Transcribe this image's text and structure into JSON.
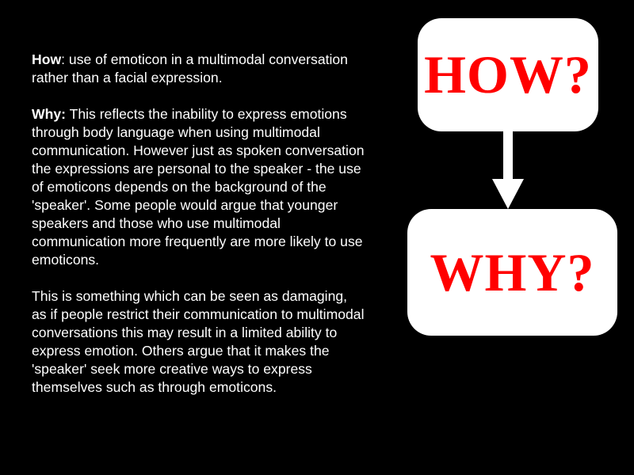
{
  "paragraphs": [
    {
      "lead": "How",
      "body": ": use of emoticon in a multimodal conversation rather than a facial expression."
    },
    {
      "lead": "Why:",
      "body": " This reflects the inability to express emotions through body language when using multimodal communication. However just as spoken conversation the expressions are personal to the speaker - the use of emoticons depends on the background of the 'speaker'. Some people would argue that younger speakers and those who use multimodal communication more frequently are more likely to use emoticons."
    },
    {
      "lead": "",
      "body": "This is something which can be seen as damaging, as if people restrict their communication to multimodal conversations this may result in a limited ability to express emotion. Others argue that it makes the 'speaker' seek more creative ways to express themselves such as through emoticons."
    }
  ],
  "diagram": {
    "top_box": "HOW?",
    "bottom_box": "WHY?"
  },
  "colors": {
    "background": "#000000",
    "text": "#ffffff",
    "box_fill": "#ffffff",
    "box_text": "#ff0000"
  }
}
